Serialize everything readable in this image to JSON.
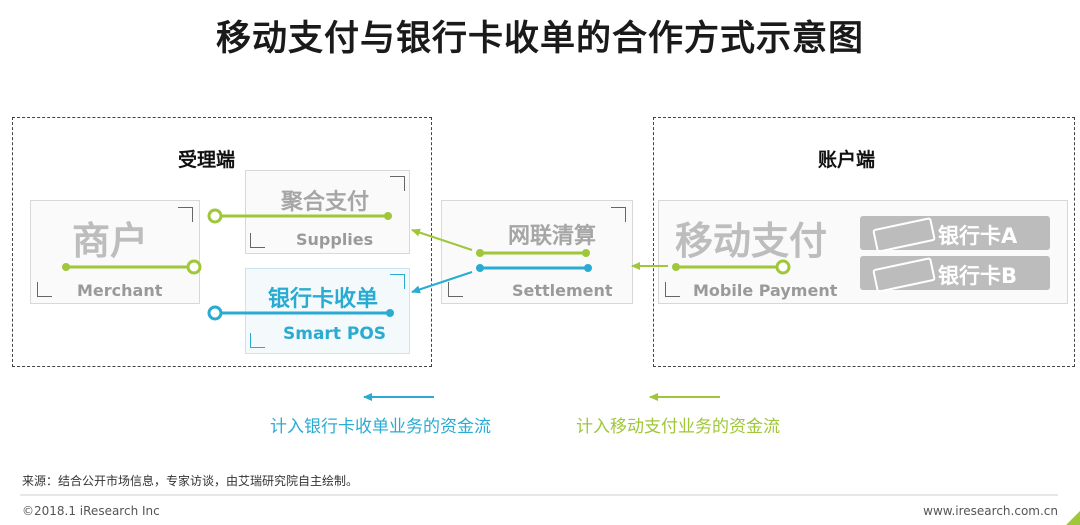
{
  "title": "移动支付与银行卡收单的合作方式示意图",
  "groups": {
    "acquiring": "受理端",
    "account": "账户端"
  },
  "nodes": {
    "merchant": {
      "cn": "商户",
      "en": "Merchant"
    },
    "supplies": {
      "cn": "聚合支付",
      "en": "Supplies"
    },
    "smartpos": {
      "cn": "银行卡收单",
      "en": "Smart POS"
    },
    "settlement": {
      "cn": "网联清算",
      "en": "Settlement"
    },
    "mobile": {
      "cn": "移动支付",
      "en": "Mobile Payment"
    },
    "card_a": "银行卡A",
    "card_b": "银行卡B"
  },
  "legend": {
    "blue": "计入银行卡收单业务的资金流",
    "green": "计入移动支付业务的资金流"
  },
  "colors": {
    "blue": "#2aabd2",
    "green": "#a0c63a",
    "gray": "#bdbdbd"
  },
  "footer": {
    "source": "来源：结合公开市场信息，专家访谈，由艾瑞研究院自主绘制。",
    "copyright": "©2018.1 iResearch Inc",
    "url": "www.iresearch.com.cn"
  }
}
